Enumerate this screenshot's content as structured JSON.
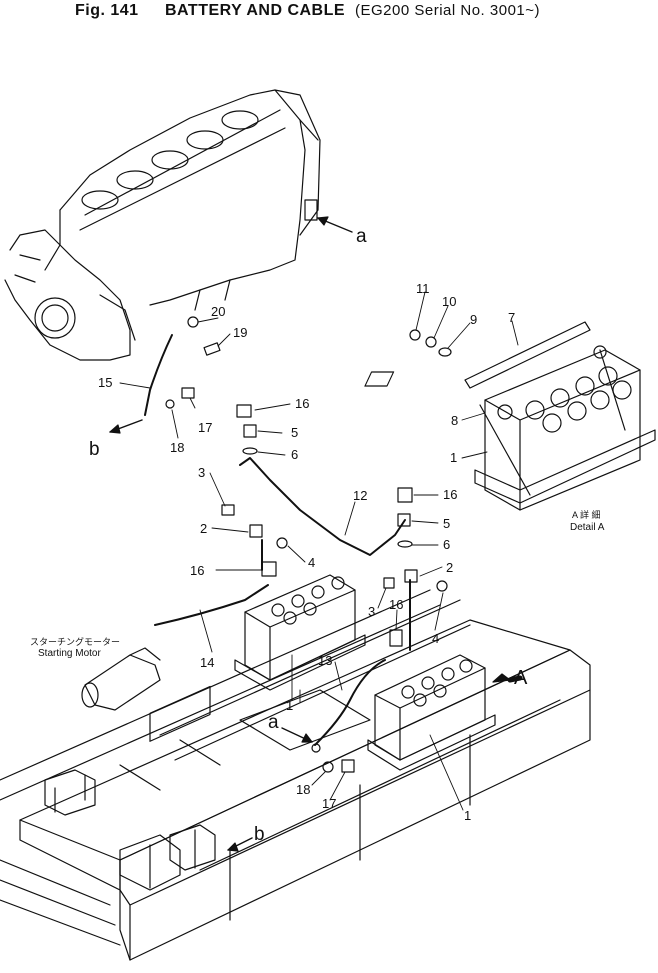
{
  "title": {
    "fig": "Fig. 141",
    "name": "BATTERY AND CABLE",
    "model": "(EG200 Serial No. 3001~)"
  },
  "callouts": {
    "c1a": "1",
    "c1b": "1",
    "c1c": "1",
    "c2a": "2",
    "c2b": "2",
    "c3a": "3",
    "c3b": "3",
    "c4a": "4",
    "c4b": "4",
    "c5a": "5",
    "c5b": "5",
    "c6a": "6",
    "c6b": "6",
    "c7": "7",
    "c8": "8",
    "c9": "9",
    "c10": "10",
    "c11": "11",
    "c12": "12",
    "c13": "13",
    "c14": "14",
    "c15": "15",
    "c16a": "16",
    "c16b": "16",
    "c16c": "16",
    "c16d": "16",
    "c17a": "17",
    "c17b": "17",
    "c18a": "18",
    "c18b": "18",
    "c19": "19",
    "c20": "20"
  },
  "refs": {
    "a_top": "a",
    "a_bottom": "a",
    "b_left": "b",
    "b_bottom": "b",
    "A_arrow": "A"
  },
  "detail": {
    "jp": "A 詳 細",
    "en": "Detail A"
  },
  "starting_motor": {
    "jp": "スターチングモーター",
    "en": "Starting Motor"
  }
}
